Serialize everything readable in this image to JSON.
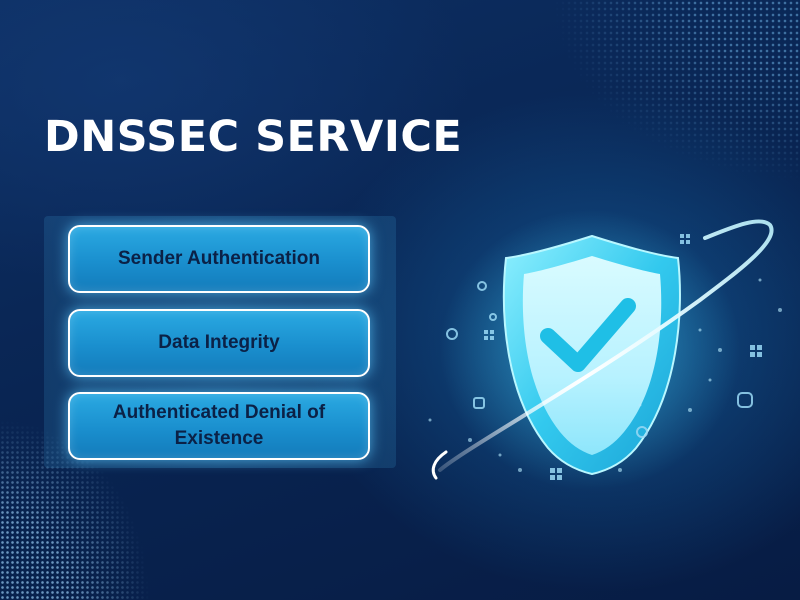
{
  "title": "DNSSEC SERVICE",
  "features": [
    "Sender Authentication",
    "Data Integrity",
    "Authenticated Denial of Existence"
  ],
  "icons": {
    "shield": "shield-check-icon",
    "decor": [
      "gear-icon",
      "lock-icon",
      "grid-icon",
      "dot-icon"
    ]
  },
  "colors": {
    "background": "#08214a",
    "accent": "#2aa9e2",
    "shield": "#2fd3f0",
    "text_dark": "#0b2146",
    "text_light": "#ffffff"
  }
}
